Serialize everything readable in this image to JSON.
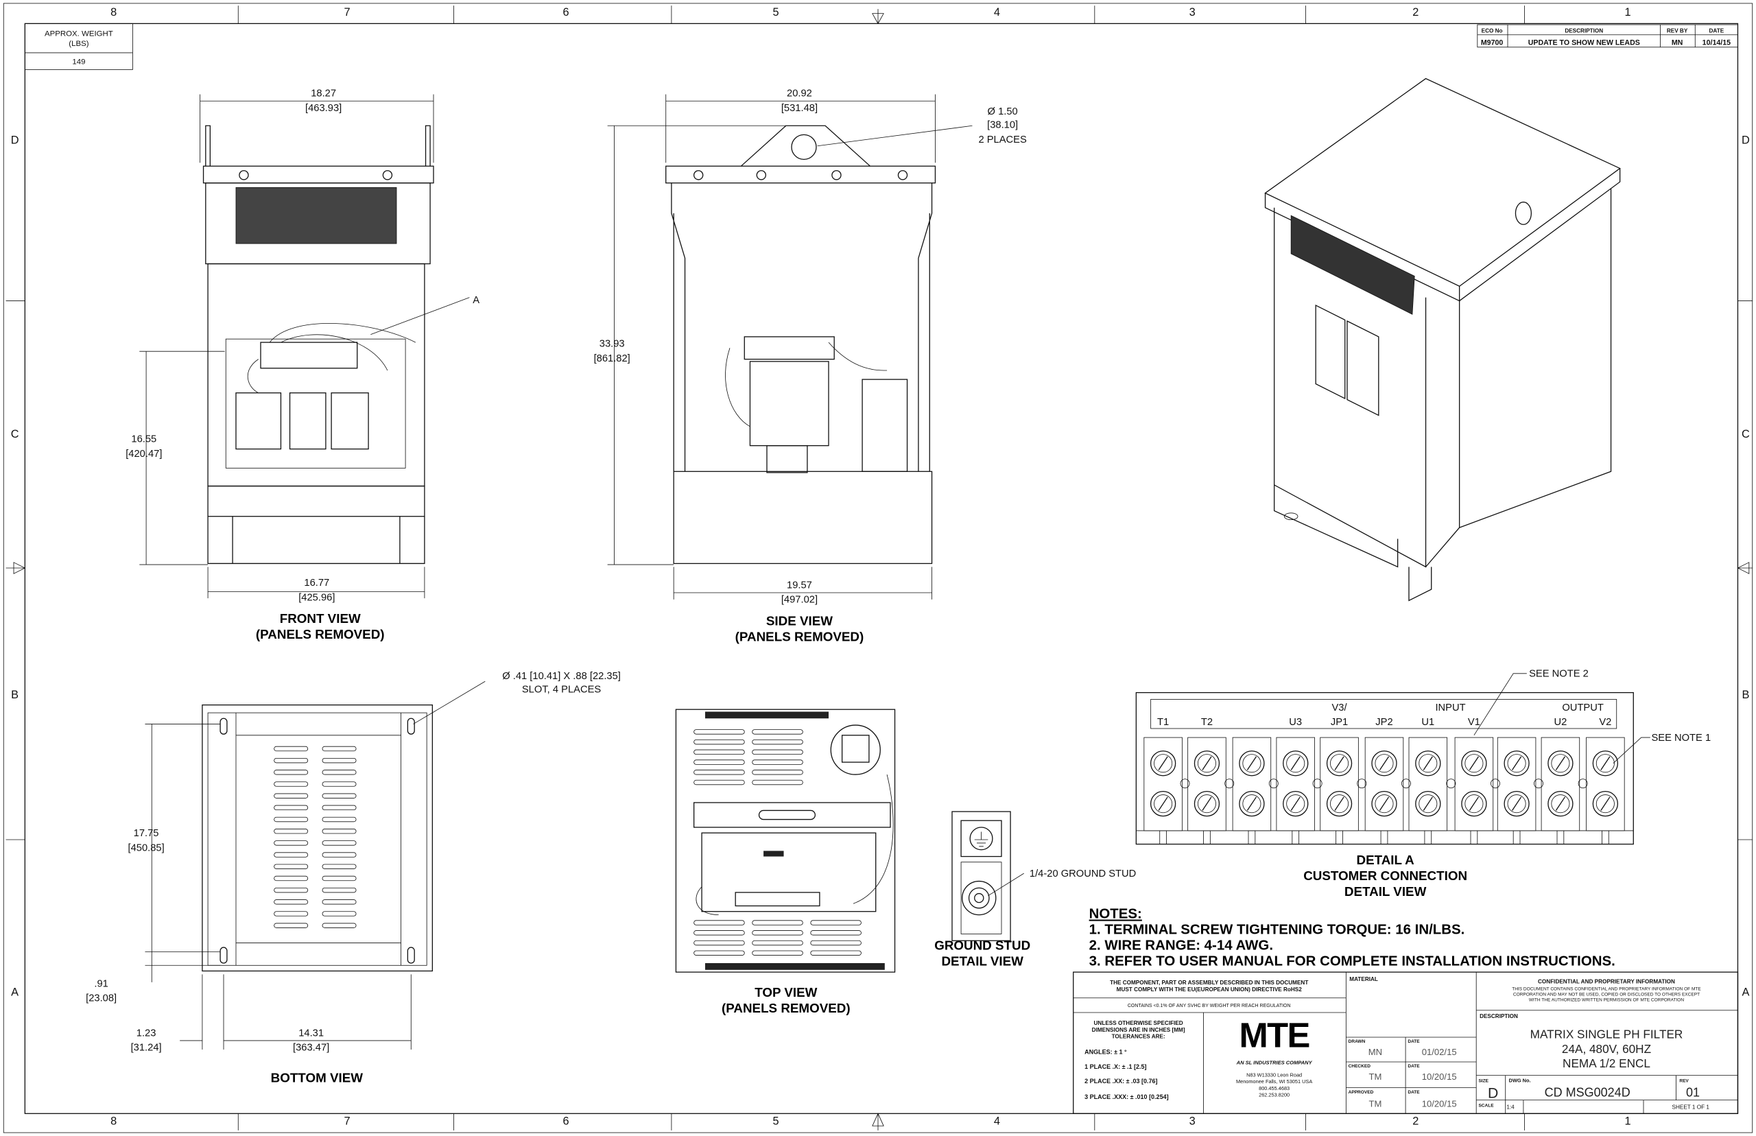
{
  "zones": {
    "columns": [
      "8",
      "7",
      "6",
      "5",
      "4",
      "3",
      "2",
      "1"
    ],
    "rows": [
      "D",
      "C",
      "B",
      "A"
    ]
  },
  "weight": {
    "label_line1": "APPROX. WEIGHT",
    "label_line2": "(LBS)",
    "value": "149"
  },
  "revision_block": {
    "headers": {
      "eco": "ECO No",
      "description": "DESCRIPTION",
      "rev_by": "REV BY",
      "date": "DATE"
    },
    "row": {
      "eco": "M9700",
      "description": "UPDATE TO SHOW NEW LEADS",
      "rev_by": "MN",
      "date": "10/14/15"
    }
  },
  "front_view": {
    "title": "FRONT VIEW",
    "subtitle": "(PANELS REMOVED)",
    "width_top": {
      "in": "18.27",
      "mm": "[463.93]"
    },
    "height": {
      "in": "16.55",
      "mm": "[420.47]"
    },
    "width_bottom": {
      "in": "16.77",
      "mm": "[425.96]"
    },
    "detail_callout": "A"
  },
  "side_view": {
    "title": "SIDE VIEW",
    "subtitle": "(PANELS REMOVED)",
    "width_top": {
      "in": "20.92",
      "mm": "[531.48]"
    },
    "height": {
      "in": "33.93",
      "mm": "[861.82]"
    },
    "width_bottom": {
      "in": "19.57",
      "mm": "[497.02]"
    },
    "hole_callout": {
      "line1": "Ø 1.50",
      "line2": "[38.10]",
      "line3": "2 PLACES"
    }
  },
  "bottom_view": {
    "title": "BOTTOM VIEW",
    "slot_callout": {
      "line1": "Ø .41 [10.41] X .88 [22.35]",
      "line2": "SLOT, 4 PLACES"
    },
    "depth": {
      "in": "17.75",
      "mm": "[450.85]"
    },
    "offset_y": {
      "in": ".91",
      "mm": "[23.08]"
    },
    "offset_x": {
      "in": "1.23",
      "mm": "[31.24]"
    },
    "slot_spacing": {
      "in": "14.31",
      "mm": "[363.47]"
    }
  },
  "top_view": {
    "title": "TOP VIEW",
    "subtitle": "(PANELS REMOVED)"
  },
  "ground_stud": {
    "callout": "1/4-20 GROUND STUD",
    "title": "GROUND STUD",
    "subtitle": "DETAIL VIEW"
  },
  "detail_a": {
    "title": "DETAIL A",
    "subtitle": "CUSTOMER CONNECTION",
    "subtitle2": "DETAIL VIEW",
    "group_input": "INPUT",
    "group_output": "OUTPUT",
    "v3_prefix": "V3/",
    "terminals": [
      "T1",
      "T2",
      "",
      "U3",
      "JP1",
      "JP2",
      "U1",
      "V1",
      "",
      "U2",
      "V2"
    ],
    "see_note_2": "SEE NOTE 2",
    "see_note_1": "SEE NOTE 1"
  },
  "notes": {
    "heading": "NOTES:",
    "items": [
      "1.  TERMINAL SCREW TIGHTENING TORQUE: 16 IN/LBS.",
      "2.  WIRE RANGE: 4-14 AWG.",
      "3.  REFER TO USER MANUAL FOR COMPLETE INSTALLATION INSTRUCTIONS."
    ]
  },
  "title_block": {
    "rohs_line1": "THE COMPONENT, PART OR ASSEMBLY DESCRIBED IN THIS DOCUMENT",
    "rohs_line2": "MUST COMPLY WITH THE EU(EUROPEAN UNION) DIRECTIVE RoHS2",
    "reach": "CONTAINS <0.1% OF ANY SVHC BY WEIGHT PER REACH REGULATION",
    "tolerance_header1": "UNLESS OTHERWISE SPECIFIED",
    "tolerance_header2": "DIMENSIONS ARE IN INCHES [MM]",
    "tolerance_header3": "TOLERANCES ARE:",
    "angles": "ANGLES: ± 1 °",
    "place1": "1 PLACE .X: ± .1 [2.5]",
    "place2": "2 PLACE .XX: ± .03 [0.76]",
    "place3": "3 PLACE .XXX: ± .010 [0.254]",
    "logo": "MTE",
    "logo_tagline": "AN SL INDUSTRIES COMPANY",
    "address1": "N83 W13330 Leon Road",
    "address2": "Menomonee Falls, WI 53051 USA",
    "phone1": "800.455.4683",
    "phone2": "262.253.8200",
    "material_label": "MATERIAL",
    "drawn_label": "DRAWN",
    "drawn_by": "MN",
    "drawn_date_label": "DATE",
    "drawn_date": "01/02/15",
    "checked_label": "CHECKED",
    "checked_by": "TM",
    "checked_date_label": "DATE",
    "checked_date": "10/20/15",
    "approved_label": "APPROVED",
    "approved_by": "TM",
    "approved_date_label": "DATE",
    "approved_date": "10/20/15",
    "confidential_title": "CONFIDENTIAL AND PROPRIETARY INFORMATION",
    "confidential_1": "THIS DOCUMENT CONTAINS CONFIDENTIAL AND PROPRIETARY INFORMATION OF MTE",
    "confidential_2": "CORPORATION AND MAY NOT BE USED, COPIED OR DISCLOSED TO OTHERS EXCEPT",
    "confidential_3": "WITH THE AUTHORIZED WRITTEN PERMISSION OF MTE CORPORATION",
    "description_label": "DESCRIPTION",
    "description_1": "MATRIX SINGLE PH FILTER",
    "description_2": "24A, 480V, 60HZ",
    "description_3": "NEMA 1/2 ENCL",
    "size_label": "SIZE",
    "size": "D",
    "dwg_label": "DWG No.",
    "dwg_no": "CD MSG0024D",
    "rev_label": "REV",
    "rev": "01",
    "scale_label": "SCALE",
    "scale": "1:4",
    "sheet": "SHEET 1  OF 1"
  }
}
